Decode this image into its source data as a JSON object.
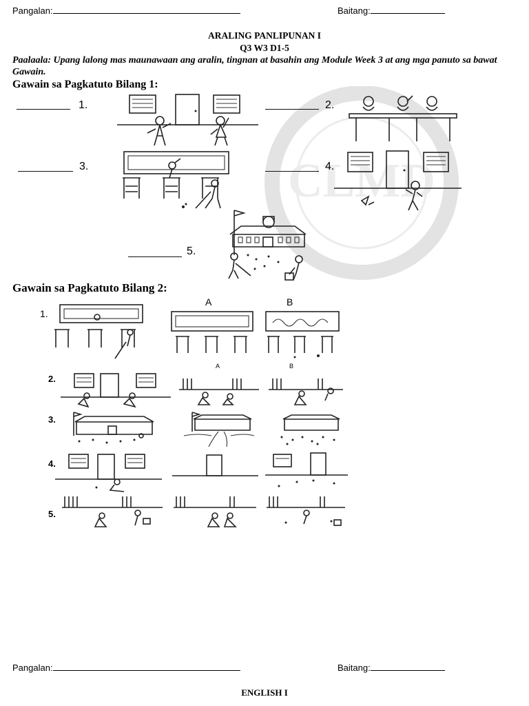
{
  "header": {
    "name_label": "Pangalan:",
    "grade_label": "Baitang:"
  },
  "title": {
    "line1": "ARALING PANLIPUNAN I",
    "line2": "Q3 W3 D1-5"
  },
  "note": "Paalaala: Upang lalong mas maunawaan ang aralin, tingnan at basahin ang Module Week 3 at ang mga panuto sa bawat Gawain.",
  "activity1": {
    "heading": "Gawain sa Pagkatuto Bilang 1:",
    "items": [
      "1.",
      "2.",
      "3.",
      "4.",
      "5."
    ]
  },
  "activity2": {
    "heading": "Gawain sa Pagkatuto Bilang 2:",
    "choice_a": "A",
    "choice_b": "B",
    "items": [
      "1.",
      "2.",
      "3.",
      "4.",
      "5."
    ]
  },
  "footer_header": {
    "name_label": "Pangalan:",
    "grade_label": "Baitang:"
  },
  "footer_title": "ENGLISH I",
  "icons": [
    "window-icon",
    "door-icon",
    "blackboard-icon",
    "chair-icon",
    "school-building-icon",
    "flag-icon",
    "broom-icon",
    "child-icon",
    "trash-icon"
  ]
}
